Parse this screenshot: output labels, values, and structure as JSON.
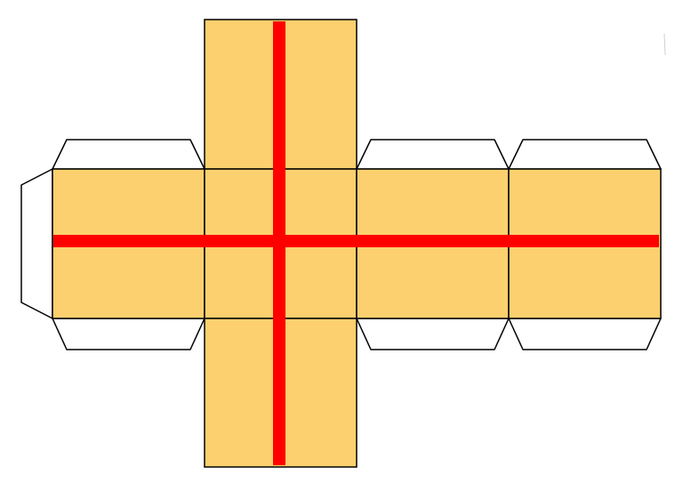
{
  "diagram": {
    "type": "cube-net-with-glue-tabs",
    "faces": [
      {
        "name": "top-face"
      },
      {
        "name": "left-face"
      },
      {
        "name": "center-face"
      },
      {
        "name": "right-face"
      },
      {
        "name": "far-right-face"
      },
      {
        "name": "bottom-face"
      }
    ],
    "glue_tabs": [
      {
        "name": "left-face-top-tab"
      },
      {
        "name": "left-face-bottom-tab"
      },
      {
        "name": "left-face-side-tab"
      },
      {
        "name": "right-face-top-tab"
      },
      {
        "name": "right-face-bottom-tab"
      },
      {
        "name": "far-right-face-top-tab"
      },
      {
        "name": "far-right-face-bottom-tab"
      }
    ],
    "ribbons": [
      {
        "name": "vertical-ribbon",
        "orientation": "vertical"
      },
      {
        "name": "horizontal-ribbon",
        "orientation": "horizontal"
      }
    ],
    "colors": {
      "face_fill": "#FCD06E",
      "tab_fill": "#FFFFFF",
      "outline": "#000000",
      "ribbon": "#FF0000"
    }
  }
}
